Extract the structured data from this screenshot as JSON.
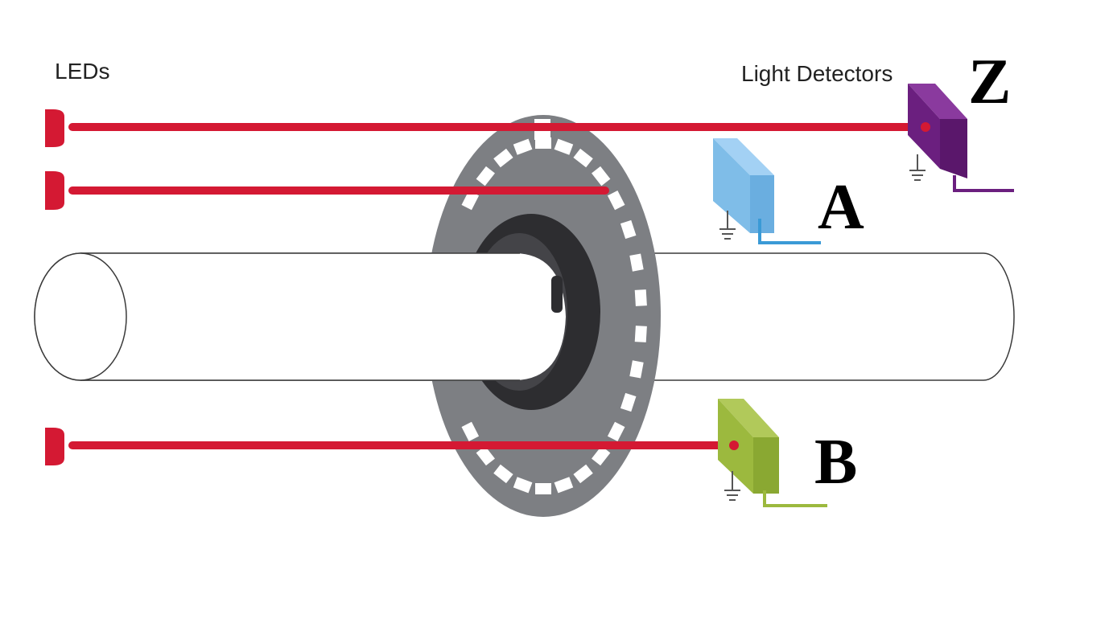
{
  "labels": {
    "leds": "LEDs",
    "detectors": "Light Detectors"
  },
  "channels": {
    "z": {
      "letter": "Z",
      "color": "#6b1f7f"
    },
    "a": {
      "letter": "A",
      "color": "#7fbde8"
    },
    "b": {
      "letter": "B",
      "color": "#9cb93e"
    }
  },
  "colors": {
    "beam": "#d41933",
    "disk": "#7d7f83",
    "ring": "#2d2d30",
    "shaft_outline": "#3a3a3a"
  }
}
